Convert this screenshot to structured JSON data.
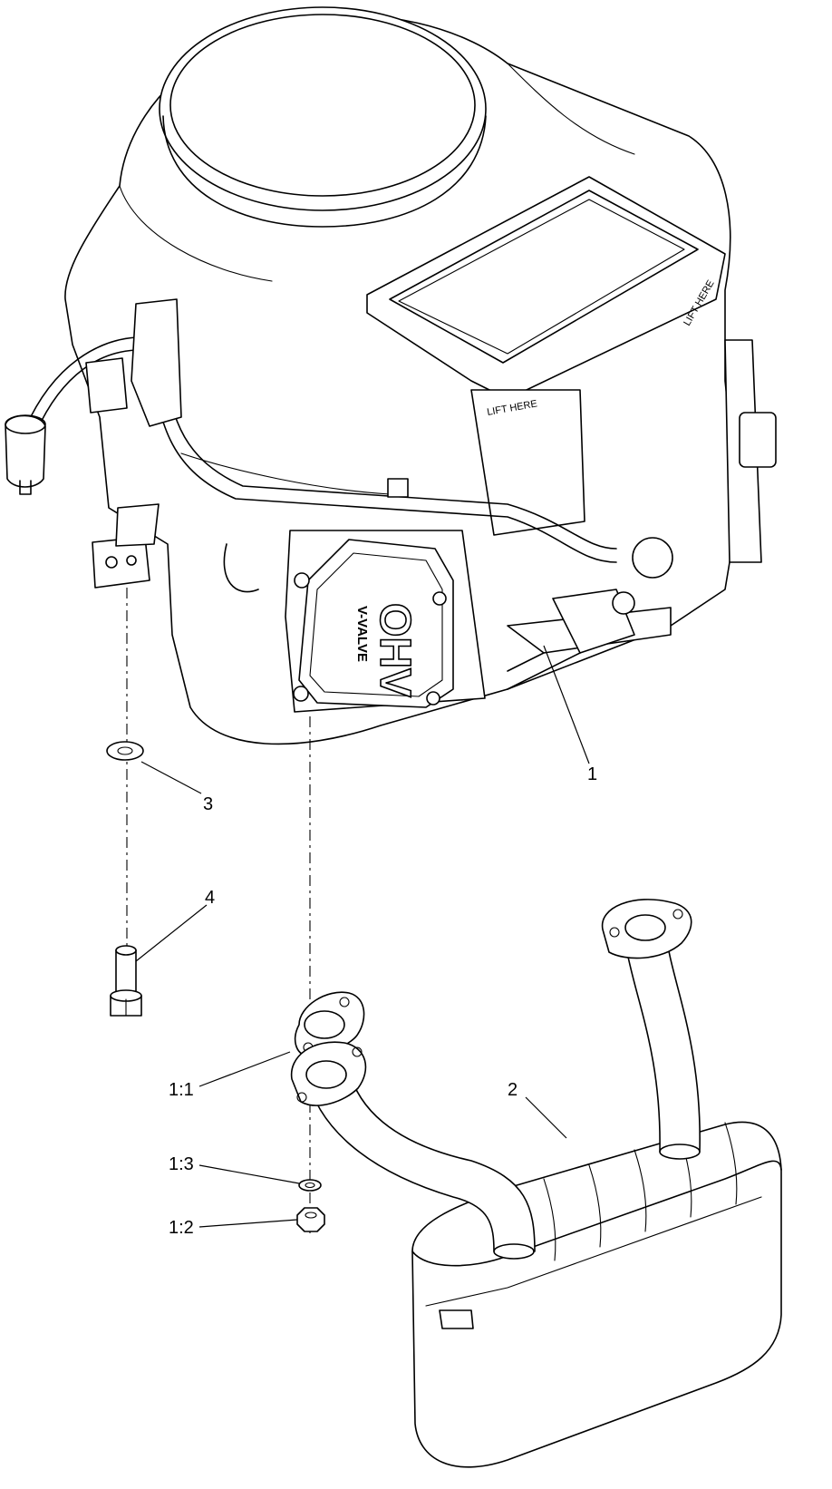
{
  "callouts": {
    "c1": "1",
    "c2": "2",
    "c3": "3",
    "c4": "4",
    "c1_1": "1:1",
    "c1_2": "1:2",
    "c1_3": "1:3"
  },
  "engine_markings": {
    "ohv": "OHV",
    "v_valve": "V-VALVE",
    "lift_here_front": "LIFT HERE",
    "lift_here_side": "LIFT HERE"
  }
}
